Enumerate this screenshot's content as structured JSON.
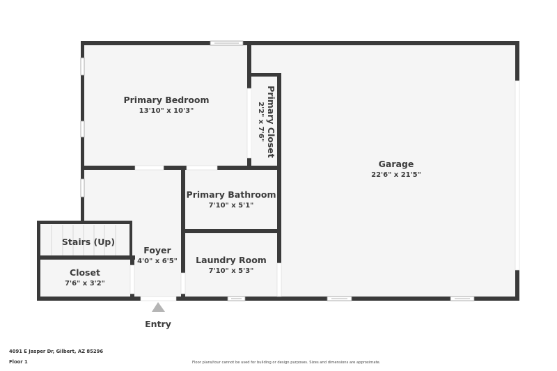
{
  "floor_plan": {
    "colors": {
      "wall": "#3a3a3a",
      "floor": "#f5f5f5",
      "opening": "#ffffff",
      "entry_marker": "#b5b5b5",
      "text": "#3c3c3c"
    },
    "rooms": [
      {
        "name": "Primary Bedroom",
        "dimensions": "13'10\" x 10'3\""
      },
      {
        "name": "Primary Closet",
        "dimensions": "2'2\" x 7'6\""
      },
      {
        "name": "Garage",
        "dimensions": "22'6\" x 21'5\""
      },
      {
        "name": "Primary Bathroom",
        "dimensions": "7'10\" x 5'1\""
      },
      {
        "name": "Stairs (Up)",
        "dimensions": ""
      },
      {
        "name": "Foyer",
        "dimensions": "4'0\" x 6'5\""
      },
      {
        "name": "Laundry Room",
        "dimensions": "7'10\" x 5'3\""
      },
      {
        "name": "Closet",
        "dimensions": "7'6\" x 3'2\""
      }
    ],
    "entry_label": "Entry"
  },
  "footer": {
    "address": "4091 E Jasper Dr, Gilbert, AZ 85296",
    "floor": "Floor 1",
    "disclaimer": "Floor plans/tour cannot be used for building or design purposes. Sizes and dimensions are approximate."
  }
}
